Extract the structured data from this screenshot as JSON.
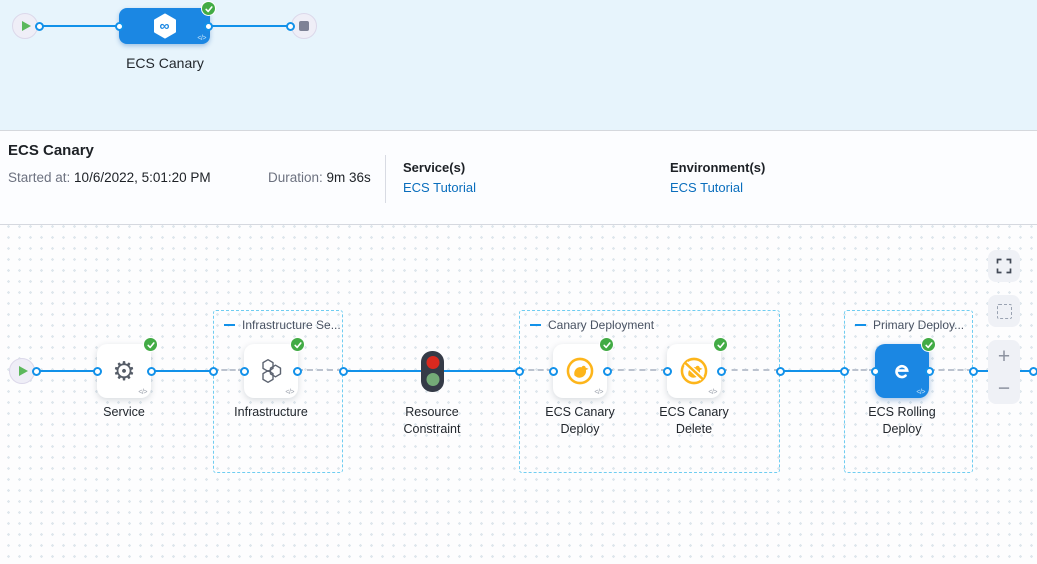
{
  "banner": {
    "pipeline_label": "ECS Canary"
  },
  "info": {
    "title": "ECS Canary",
    "started_label": "Started at:",
    "started_value": " 10/6/2022, 5:01:20 PM",
    "duration_label": "Duration:",
    "duration_value": " 9m 36s",
    "services_label": "Service(s)",
    "services_value": "ECS Tutorial",
    "environments_label": "Environment(s)",
    "environments_value": "ECS Tutorial"
  },
  "canvas": {
    "groups": {
      "infrastructure": {
        "label": "Infrastructure Se..."
      },
      "canary": {
        "label": "Canary Deployment"
      },
      "primary": {
        "label": "Primary Deploy..."
      }
    },
    "nodes": {
      "service": {
        "label": "Service"
      },
      "infrastructure": {
        "label": "Infrastructure"
      },
      "resource_constraint": {
        "line1": "Resource",
        "line2": "Constraint"
      },
      "canary_deploy": {
        "line1": "ECS Canary",
        "line2": "Deploy"
      },
      "canary_delete": {
        "line1": "ECS Canary",
        "line2": "Delete"
      },
      "rolling_deploy": {
        "line1": "ECS Rolling",
        "line2": "Deploy"
      }
    }
  },
  "icons": {
    "code_glyph": "</>",
    "gear_glyph": "⚙",
    "infinity_glyph": "∞",
    "zoom_in_glyph": "+",
    "zoom_out_glyph": "−"
  },
  "colors": {
    "accent_blue": "#1291e9",
    "node_blue": "#1b87e3",
    "success_green": "#42ab45",
    "canary_yellow": "#fdb51b",
    "link_blue": "#0a6ebd",
    "group_border": "#6fcdf1"
  }
}
